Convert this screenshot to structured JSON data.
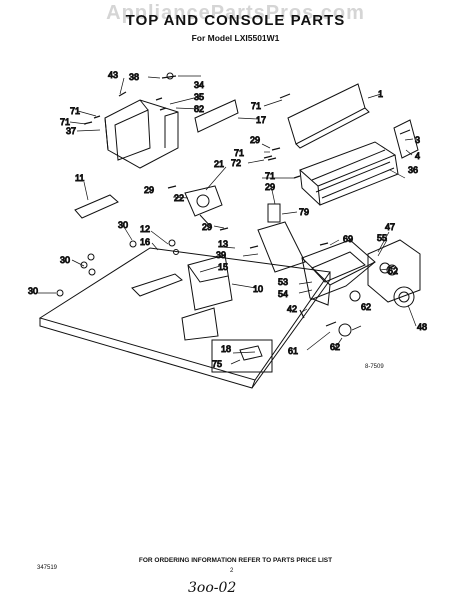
{
  "watermark": "AppliancePartsPros.com",
  "title": "TOP AND CONSOLE PARTS",
  "model": "For Model LXI5501W1",
  "callouts": {
    "c1": "1",
    "c3": "3",
    "c4": "4",
    "c10": "10",
    "c11": "11",
    "c12": "12",
    "c13": "13",
    "c15": "15",
    "c16": "16",
    "c17": "17",
    "c18": "18",
    "c21": "21",
    "c22": "22",
    "c29a": "29",
    "c29b": "29",
    "c29c": "29",
    "c29d": "29",
    "c30a": "30",
    "c30b": "30",
    "c30c": "30",
    "c35": "35",
    "c34": "34",
    "c36": "36",
    "c37": "37",
    "c38": "38",
    "c39": "39",
    "c42": "42",
    "c43": "43",
    "c47": "47",
    "c48": "48",
    "c53": "53",
    "c54": "54",
    "c55": "55",
    "c61": "61",
    "c62a": "62",
    "c62b": "62",
    "c62c": "62",
    "c69": "69",
    "c71a": "71",
    "c71b": "71",
    "c71c": "71",
    "c71d": "71",
    "c71e": "71",
    "c72": "72",
    "c75": "75",
    "c79": "79",
    "c82": "82"
  },
  "diagram_code": "8-7509",
  "footer": {
    "order_note": "FOR ORDERING INFORMATION REFER TO PARTS PRICE LIST",
    "left_code": "347519",
    "page": "2",
    "handwritten": "3oo-02"
  }
}
